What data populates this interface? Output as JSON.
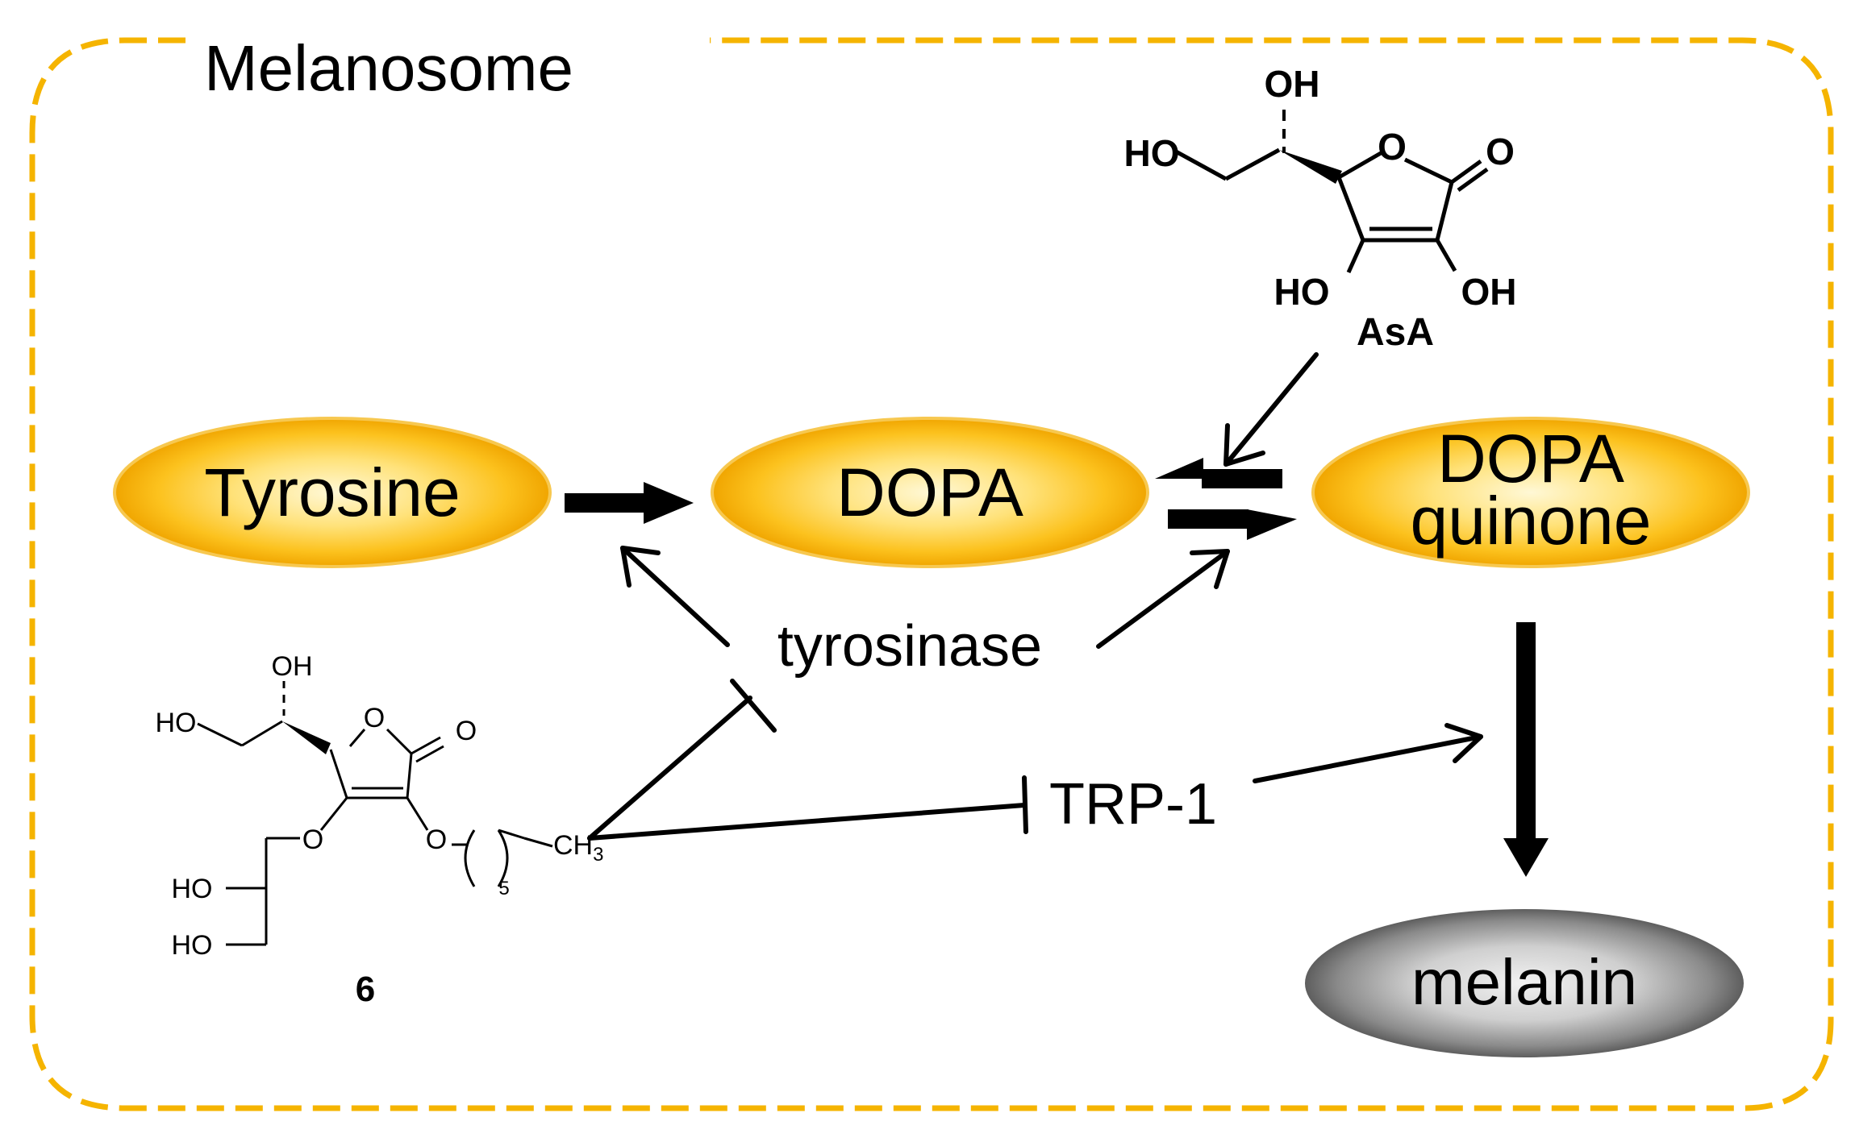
{
  "title": "Melanosome",
  "nodes": {
    "tyrosine": "Tyrosine",
    "dopa": "DOPA",
    "dopaquinone_line1": "DOPA",
    "dopaquinone_line2": "quinone",
    "melanin": "melanin"
  },
  "enzymes": {
    "tyrosinase": "tyrosinase",
    "trp1": "TRP-1"
  },
  "compounds": {
    "asa": {
      "name": "AsA",
      "atoms": {
        "oh_top": "OH",
        "ho_left": "HO",
        "o_ring": "O",
        "o_carbonyl": "O",
        "ho_bottom": "HO",
        "oh_bottom": "OH"
      }
    },
    "compound6": {
      "name": "6",
      "atoms": {
        "oh_top": "OH",
        "ho_left": "HO",
        "o_ring": "O",
        "o_carbonyl": "O",
        "o_ether_left": "O",
        "o_ether_right": "O",
        "ch3": "CH",
        "ch3_sub": "3",
        "n_sub": "5",
        "ho_1": "HO",
        "ho_2": "HO"
      }
    }
  },
  "colors": {
    "border": "#f5b400",
    "node_center": "#fff6c8",
    "node_mid": "#ffd84a",
    "node_edge": "#f0a800",
    "melanin_center": "#e6e6e6",
    "melanin_edge": "#5a5a5a",
    "arrow": "#000000"
  }
}
